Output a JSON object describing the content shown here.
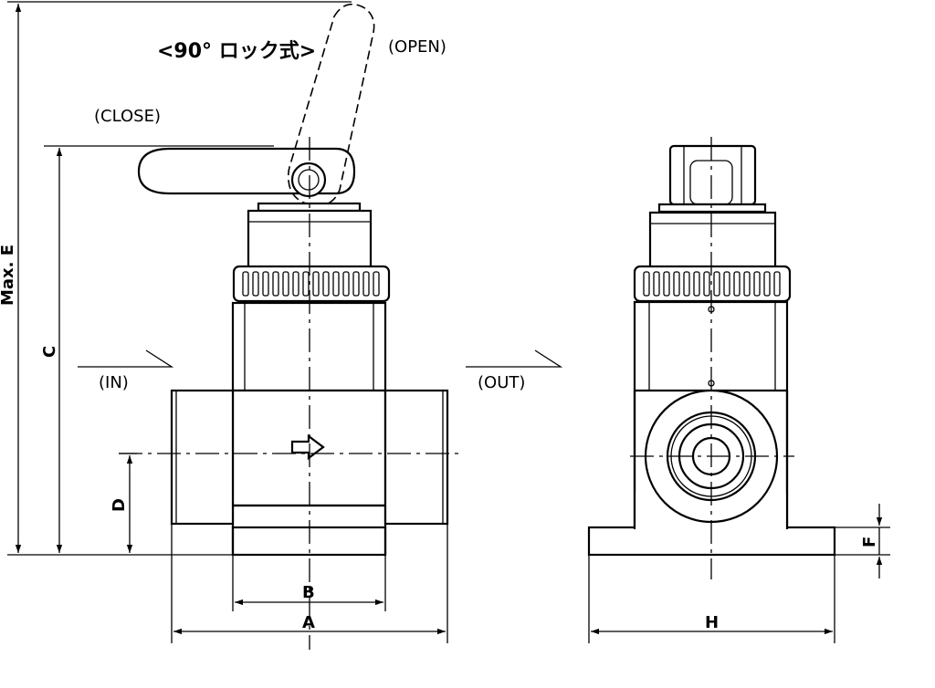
{
  "title": "<90° ロック式>",
  "states": {
    "open": "(OPEN)",
    "close": "(CLOSE)"
  },
  "ports": {
    "in": "(IN)",
    "out": "(OUT)"
  },
  "dimensions": {
    "A": "A",
    "B": "B",
    "C": "C",
    "D": "D",
    "E": "Max. E",
    "F": "F",
    "H": "H"
  }
}
